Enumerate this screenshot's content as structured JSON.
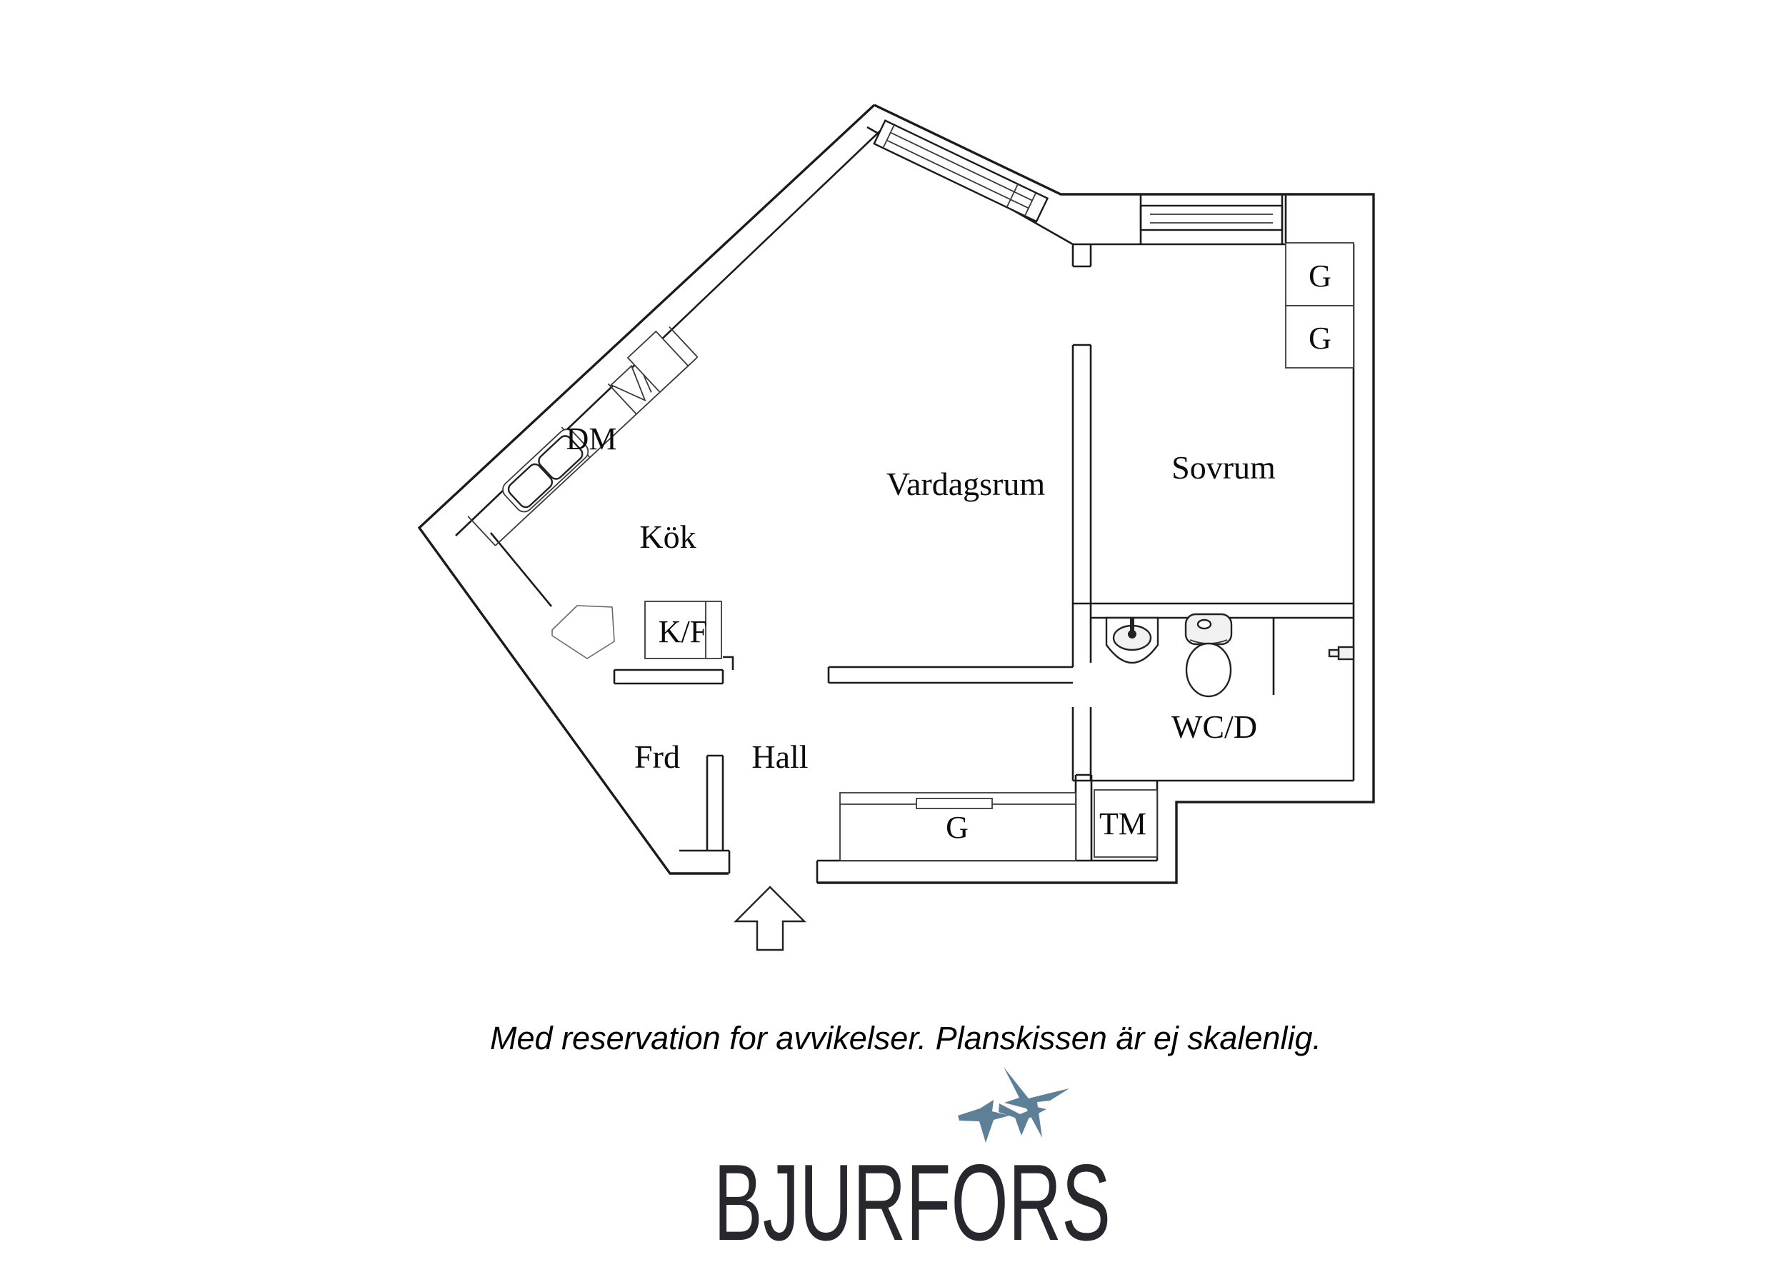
{
  "rooms": {
    "kok": "Kök",
    "vardagsrum": "Vardagsrum",
    "sovrum": "Sovrum",
    "wcd": "WC/D",
    "hall": "Hall",
    "frd": "Frd"
  },
  "fixtures": {
    "dm": "DM",
    "kf": "K/F",
    "g_top_1": "G",
    "g_top_2": "G",
    "g_hall": "G",
    "tm": "TM"
  },
  "footer": {
    "disclaimer": "Med reservation for avvikelser. Planskissen är ej skalenlig."
  },
  "brand": {
    "name": "BJURFORS",
    "bird_color": "#5d7f97",
    "text_color": "#28272e"
  }
}
